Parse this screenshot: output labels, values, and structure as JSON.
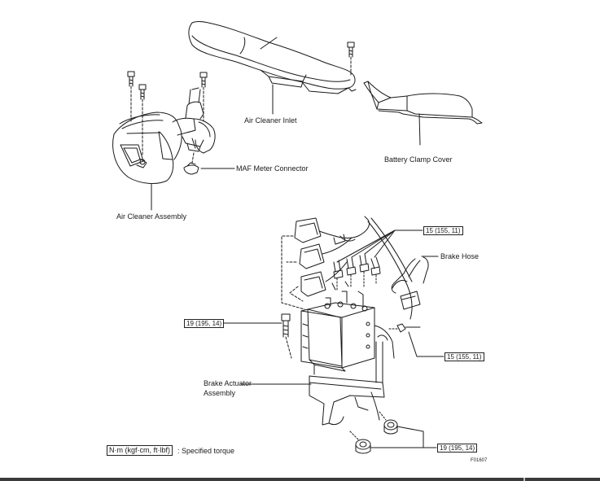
{
  "labels": {
    "air_cleaner_inlet": "Air Cleaner Inlet",
    "battery_clamp_cover": "Battery Clamp Cover",
    "maf_meter_connector": "MAF Meter Connector",
    "air_cleaner_assembly": "Air Cleaner Assembly",
    "brake_hose": "Brake Hose",
    "brake_actuator_assembly_line1": "Brake Actuator",
    "brake_actuator_assembly_line2": "Assembly"
  },
  "torque": {
    "upper_right": "15 (155, 11)",
    "left_bolt": "19 (195, 14)",
    "lower_right": "15 (155, 11)",
    "bottom": "19 (195, 14)"
  },
  "legend": {
    "box": "N·m (kgf·cm, ft·lbf)",
    "text": ": Specified torque"
  },
  "figure_code": "F01607",
  "colors": {
    "line": "#1a1a1a",
    "background": "#ffffff",
    "bar": "#3a3a3a"
  }
}
